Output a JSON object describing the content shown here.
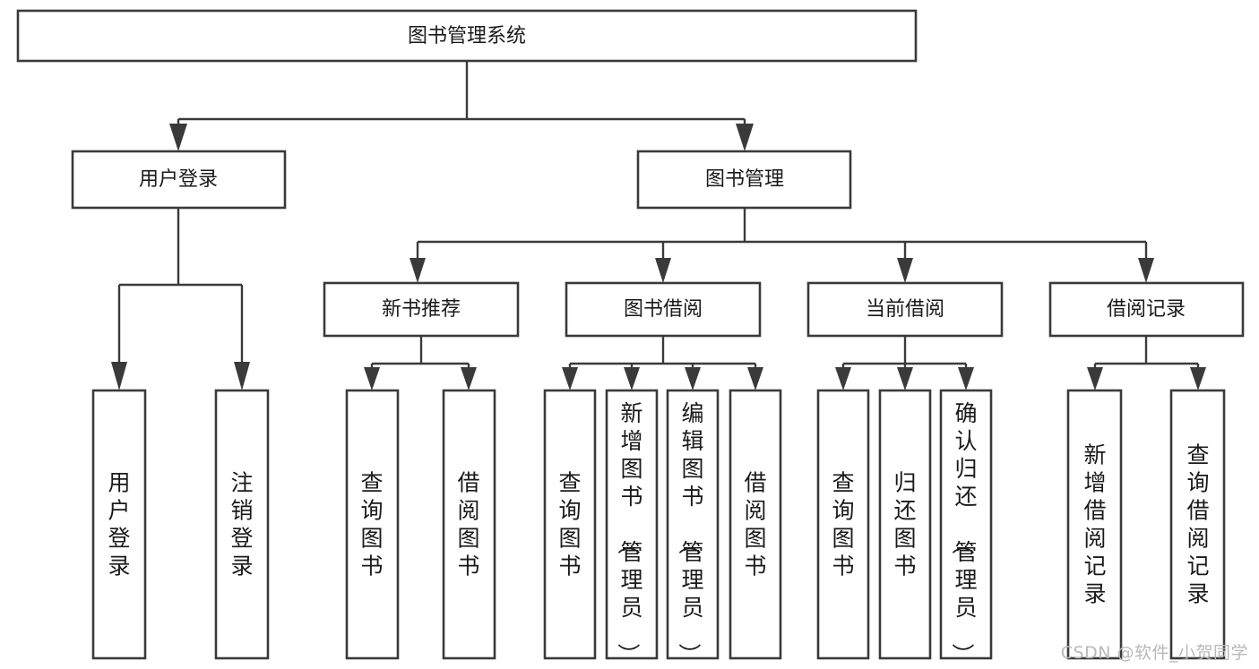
{
  "diagram": {
    "title": "图书管理系统",
    "type": "hierarchy-tree",
    "root": {
      "id": "root",
      "label": "图书管理系统",
      "orientation": "horizontal"
    },
    "level2": [
      {
        "id": "user-login",
        "label": "用户登录",
        "orientation": "horizontal"
      },
      {
        "id": "book-manage",
        "label": "图书管理",
        "orientation": "horizontal"
      }
    ],
    "level3": [
      {
        "id": "new-book-recommend",
        "label": "新书推荐",
        "orientation": "horizontal"
      },
      {
        "id": "book-borrow",
        "label": "图书借阅",
        "orientation": "horizontal"
      },
      {
        "id": "current-borrow",
        "label": "当前借阅",
        "orientation": "horizontal"
      },
      {
        "id": "borrow-record",
        "label": "借阅记录",
        "orientation": "horizontal"
      }
    ],
    "leaves": [
      {
        "id": "leaf-user-login",
        "label": "用户登录",
        "parent": "user-login",
        "orientation": "vertical"
      },
      {
        "id": "leaf-logout-login",
        "label": "注销登录",
        "parent": "user-login",
        "orientation": "vertical"
      },
      {
        "id": "leaf-query-book-1",
        "label": "查询图书",
        "parent": "new-book-recommend",
        "orientation": "vertical"
      },
      {
        "id": "leaf-borrow-book-1",
        "label": "借阅图书",
        "parent": "new-book-recommend",
        "orientation": "vertical"
      },
      {
        "id": "leaf-query-book-2",
        "label": "查询图书",
        "parent": "book-borrow",
        "orientation": "vertical"
      },
      {
        "id": "leaf-add-book",
        "label": "新增图书（管理员）",
        "parent": "book-borrow",
        "orientation": "vertical"
      },
      {
        "id": "leaf-edit-book",
        "label": "编辑图书（管理员）",
        "parent": "book-borrow",
        "orientation": "vertical"
      },
      {
        "id": "leaf-borrow-book-2",
        "label": "借阅图书",
        "parent": "book-borrow",
        "orientation": "vertical"
      },
      {
        "id": "leaf-query-book-3",
        "label": "查询图书",
        "parent": "current-borrow",
        "orientation": "vertical"
      },
      {
        "id": "leaf-return-book",
        "label": "归还图书",
        "parent": "current-borrow",
        "orientation": "vertical"
      },
      {
        "id": "leaf-confirm-return",
        "label": "确认归还（管理员）",
        "parent": "current-borrow",
        "orientation": "vertical"
      },
      {
        "id": "leaf-add-record",
        "label": "新增借阅记录",
        "parent": "borrow-record",
        "orientation": "vertical"
      },
      {
        "id": "leaf-query-record",
        "label": "查询借阅记录",
        "parent": "borrow-record",
        "orientation": "vertical"
      }
    ],
    "watermark": "CSDN @软件_小贺同学",
    "colors": {
      "stroke": "#3a3a3a",
      "fill": "#ffffff",
      "text": "#1a1a1a",
      "watermark": "#b9b9b9",
      "background": "#ffffff"
    }
  }
}
